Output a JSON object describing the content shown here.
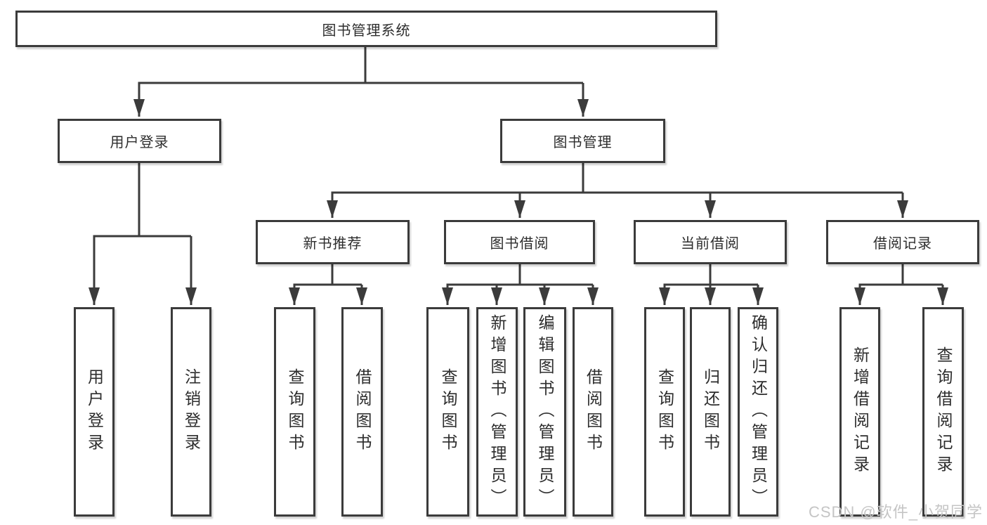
{
  "nodes": {
    "root": "图书管理系统",
    "level2": [
      "用户登录",
      "图书管理"
    ],
    "level3": [
      "新书推荐",
      "图书借阅",
      "当前借阅",
      "借阅记录"
    ],
    "user_children": [
      "用户登录",
      "注销登录"
    ],
    "newbook_children": [
      "查询图书",
      "借阅图书"
    ],
    "borrow_children": [
      "查询图书",
      "新增图书（管理员）",
      "编辑图书（管理员）",
      "借阅图书"
    ],
    "current_children": [
      "查询图书",
      "归还图书",
      "确认归还（管理员）"
    ],
    "records_children": [
      "新增借阅记录",
      "查询借阅记录"
    ]
  },
  "watermark": "CSDN @软件_小贺同学",
  "colors": {
    "line": "#3b3b3b",
    "text": "#2d2d2d",
    "watermark": "#c5c5c5",
    "background": "#ffffff"
  }
}
